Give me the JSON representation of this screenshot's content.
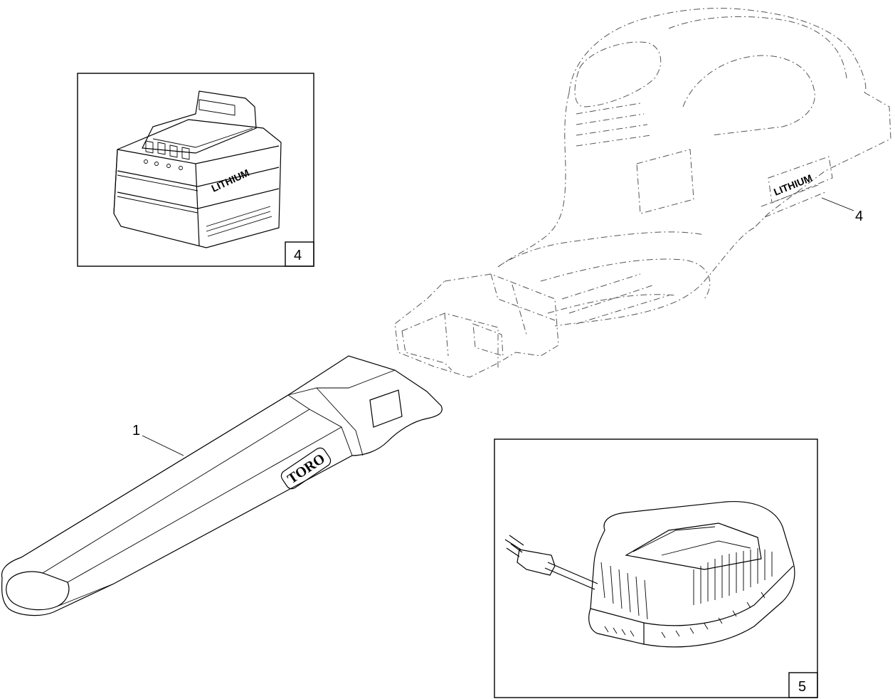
{
  "callouts": {
    "nozzle": "1",
    "battery_main": "4",
    "battery_inset": "4",
    "charger_inset": "5"
  },
  "labels": {
    "brand_logo": "TORO",
    "battery_inset_marking": "LITHIUM",
    "blower_battery_marking": "LITHIUM"
  },
  "colors": {
    "line": "#000000",
    "background": "#ffffff"
  }
}
